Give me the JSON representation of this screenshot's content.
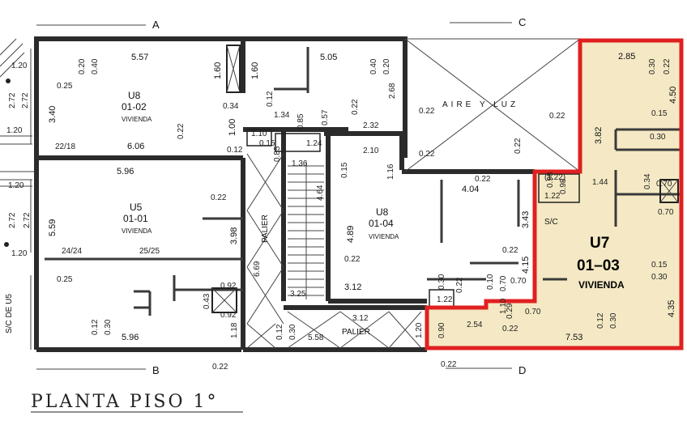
{
  "plan_title": "PLANTA PISO 1°",
  "axes": {
    "a": "A",
    "b": "B",
    "c": "C",
    "d": "D"
  },
  "units": {
    "u8_0102": {
      "id": "U8",
      "code": "01-02",
      "use": "VIVIENDA"
    },
    "u5_0101": {
      "id": "U5",
      "code": "01-01",
      "use": "VIVIENDA"
    },
    "u8_0104": {
      "id": "U8",
      "code": "01-04",
      "use": "VIVIENDA"
    },
    "u7_0103": {
      "id": "U7",
      "code": "01–03",
      "use": "VIVIENDA",
      "highlight_color": "#e02020",
      "fill_color": "#f4e9c4"
    }
  },
  "labels": {
    "aire_y_luz": "AIRE Y LUZ",
    "palier_1": "PALIER",
    "palier_2": "PALIER",
    "sc_1": "S/C",
    "sc_u5": "S/C DE U5"
  },
  "dims": {
    "d557": "5.57",
    "d505": "5.05",
    "d160a": "1.60",
    "d160b": "1.60",
    "d034": "0.34",
    "d020a": "0.20",
    "d040a": "0.40",
    "d040b": "0.40",
    "d020b": "0.20",
    "d268": "2.68",
    "d025a": "0.25",
    "d340": "3.40",
    "d272a": "2.72",
    "d272b": "2.72",
    "d120a": "1.20",
    "d120b": "1.20",
    "d2218": "22/18",
    "d606": "6.06",
    "d022a": "0.22",
    "d012a": "0.12",
    "d100": "1.00",
    "d110": "1.10",
    "d015a": "0.15",
    "d124": "1.24",
    "d012b": "0.12",
    "d134": "1.34",
    "d085a": "0.85",
    "d057": "0.57",
    "d022b": "0.22",
    "d232": "2.32",
    "d022c": "0.22",
    "d210": "2.10",
    "d022d": "0.22",
    "d116": "1.16",
    "d015b": "0.15",
    "d136": "1.36",
    "d085b": "0.85",
    "d464": "4.64",
    "d596a": "5.96",
    "d022e": "0.22",
    "d398": "3.98",
    "d120c": "1.20",
    "d272c": "2.72",
    "d272d": "2.72",
    "d559": "5.59",
    "d120d": "1.20",
    "d2424": "24/24",
    "d2525": "25/25",
    "d025b": "0.25",
    "d489": "4.89",
    "d022f": "0.22",
    "d312a": "3.12",
    "d669": "6.69",
    "d092a": "0.92",
    "d043": "0.43",
    "d092b": "0.92",
    "d118": "1.18",
    "d012c": "0.12",
    "d030a": "0.30",
    "d596b": "5.96",
    "d012d": "0.12",
    "d030b": "0.30",
    "d558": "5.58",
    "d312b": "3.12",
    "d325": "3.25",
    "d120e": "1.20",
    "d404": "4.04",
    "d343": "3.43",
    "d022g": "0.22",
    "d415": "4.15",
    "d022h": "0.22",
    "d285": "2.85",
    "d030c": "0.30",
    "d022i": "0.22",
    "d450": "4.50",
    "d015c": "0.15",
    "d382": "3.82",
    "d030d": "0.30",
    "d022j": "0.22",
    "d144": "1.44",
    "d034b": "0.34",
    "d070a": "0.70",
    "d070b": "0.70",
    "d122": "1.22",
    "d098": "0.98",
    "d122b": "(1.22)",
    "d098b": "0.98",
    "d030e": "0.30",
    "d122c": "1.22",
    "d022k": "0.22",
    "d010": "0.10",
    "d070c": "0.70",
    "d070d": "0.70",
    "d110b": "1.10",
    "d029": "0.29",
    "d070e": "0.70",
    "d015d": "0.15",
    "d030f": "0.30",
    "d435": "4.35",
    "d090": "0.90",
    "d254": "2.54",
    "d022l": "0.22",
    "d753": "7.53",
    "d012e": "0.12",
    "d030g": "0.30",
    "d022m": "0.22",
    "d022n": "0.22"
  }
}
